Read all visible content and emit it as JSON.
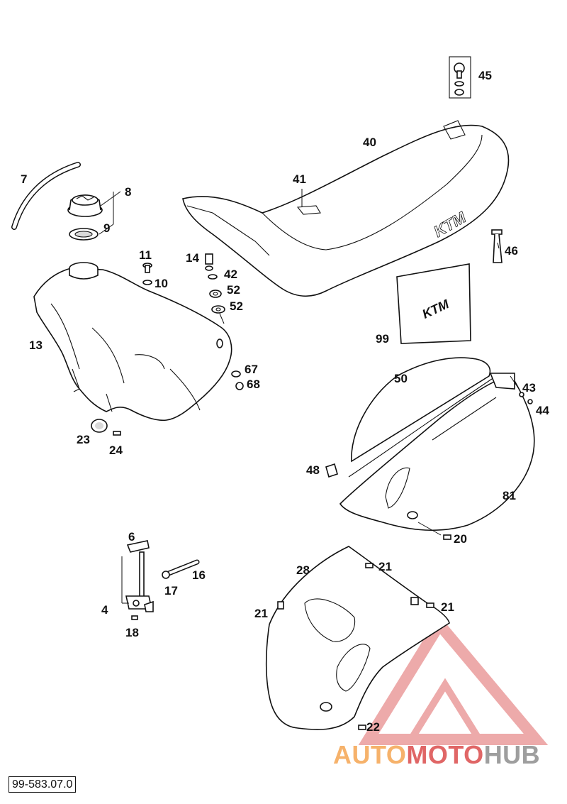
{
  "diagram": {
    "document_number": "99-583.07.0",
    "seat_logo_text": "KTM",
    "decal_logo_text": "KTM",
    "callouts": [
      {
        "id": "7",
        "label": "7"
      },
      {
        "id": "8",
        "label": "8"
      },
      {
        "id": "9",
        "label": "9"
      },
      {
        "id": "11",
        "label": "11"
      },
      {
        "id": "10",
        "label": "10"
      },
      {
        "id": "14",
        "label": "14"
      },
      {
        "id": "42",
        "label": "42"
      },
      {
        "id": "52a",
        "label": "52"
      },
      {
        "id": "52b",
        "label": "52"
      },
      {
        "id": "13",
        "label": "13"
      },
      {
        "id": "67",
        "label": "67"
      },
      {
        "id": "68",
        "label": "68"
      },
      {
        "id": "23",
        "label": "23"
      },
      {
        "id": "24",
        "label": "24"
      },
      {
        "id": "45",
        "label": "45"
      },
      {
        "id": "40",
        "label": "40"
      },
      {
        "id": "41",
        "label": "41"
      },
      {
        "id": "46",
        "label": "46"
      },
      {
        "id": "99",
        "label": "99"
      },
      {
        "id": "50",
        "label": "50"
      },
      {
        "id": "43",
        "label": "43"
      },
      {
        "id": "44",
        "label": "44"
      },
      {
        "id": "48",
        "label": "48"
      },
      {
        "id": "81",
        "label": "81"
      },
      {
        "id": "20",
        "label": "20"
      },
      {
        "id": "6",
        "label": "6"
      },
      {
        "id": "16",
        "label": "16"
      },
      {
        "id": "17",
        "label": "17"
      },
      {
        "id": "4",
        "label": "4"
      },
      {
        "id": "18",
        "label": "18"
      },
      {
        "id": "28",
        "label": "28"
      },
      {
        "id": "21a",
        "label": "21"
      },
      {
        "id": "21b",
        "label": "21"
      },
      {
        "id": "21c",
        "label": "21"
      },
      {
        "id": "22",
        "label": "22"
      }
    ]
  },
  "watermark": {
    "part_auto": "AUTO",
    "part_moto": "MOTO",
    "part_hub": "HUB",
    "color_orange": "#f6b26b",
    "color_red": "#e06666",
    "color_gray": "#9e9e9e"
  }
}
